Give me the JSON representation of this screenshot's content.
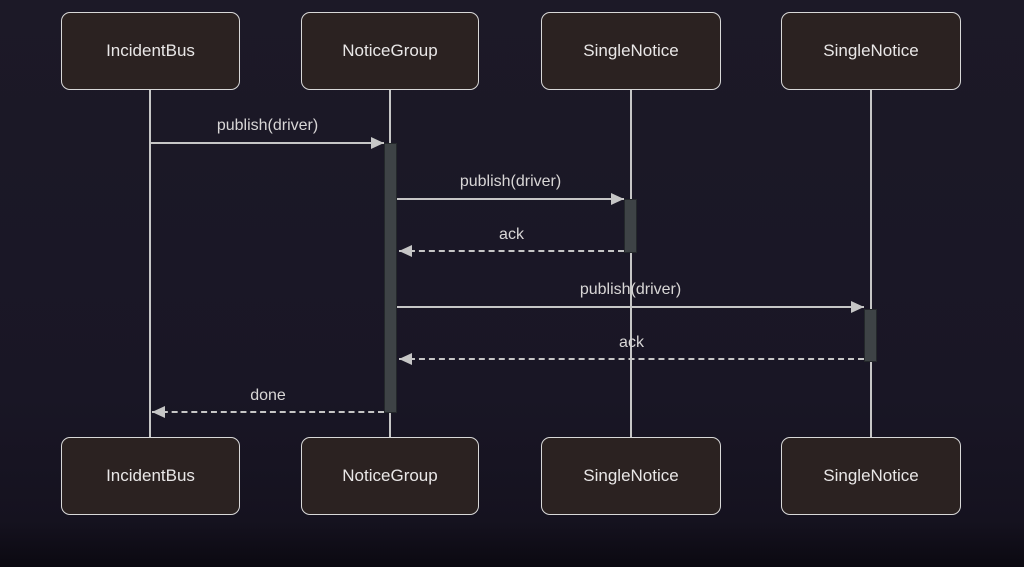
{
  "diagram": {
    "type": "sequence-diagram",
    "actors": [
      {
        "name": "IncidentBus"
      },
      {
        "name": "NoticeGroup"
      },
      {
        "name": "SingleNotice"
      },
      {
        "name": "SingleNotice"
      }
    ],
    "messages": [
      {
        "label": "publish(driver)",
        "from_actor": 0,
        "to_actor": 1,
        "line": "solid",
        "direction": "right"
      },
      {
        "label": "publish(driver)",
        "from_actor": 1,
        "to_actor": 2,
        "line": "solid",
        "direction": "right"
      },
      {
        "label": "ack",
        "from_actor": 2,
        "to_actor": 1,
        "line": "dashed",
        "direction": "left"
      },
      {
        "label": "publish(driver)",
        "from_actor": 1,
        "to_actor": 3,
        "line": "solid",
        "direction": "right"
      },
      {
        "label": "ack",
        "from_actor": 3,
        "to_actor": 1,
        "line": "dashed",
        "direction": "left"
      },
      {
        "label": "done",
        "from_actor": 1,
        "to_actor": 0,
        "line": "dashed",
        "direction": "left"
      }
    ],
    "activations": [
      {
        "actor": 1,
        "from_message": 0,
        "to_message": 5
      },
      {
        "actor": 2,
        "from_message": 1,
        "to_message": 2
      },
      {
        "actor": 3,
        "from_message": 3,
        "to_message": 4
      }
    ],
    "colors": {
      "background_top": "#1c1927",
      "background_bottom": "#0b0911",
      "actor_fill": "#2b2221",
      "actor_border": "#d8d8d8",
      "actor_text": "#e9e7e7",
      "line": "#c6c6c6",
      "message_text": "#d8d6d6",
      "activation_fill": "#3e4346",
      "activation_border": "#24282b"
    }
  }
}
